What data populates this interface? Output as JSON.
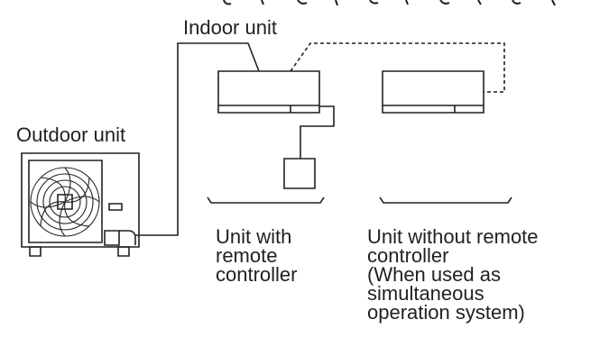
{
  "labels": {
    "indoor_unit": "Indoor unit",
    "outdoor_unit": "Outdoor unit",
    "unit_with_remote": "Unit with\nremote\ncontroller",
    "unit_without_remote": "Unit without remote\ncontroller\n(When used as\nsimultaneous\noperation system)"
  },
  "colors": {
    "line": "#231f20",
    "background": "#ffffff"
  }
}
